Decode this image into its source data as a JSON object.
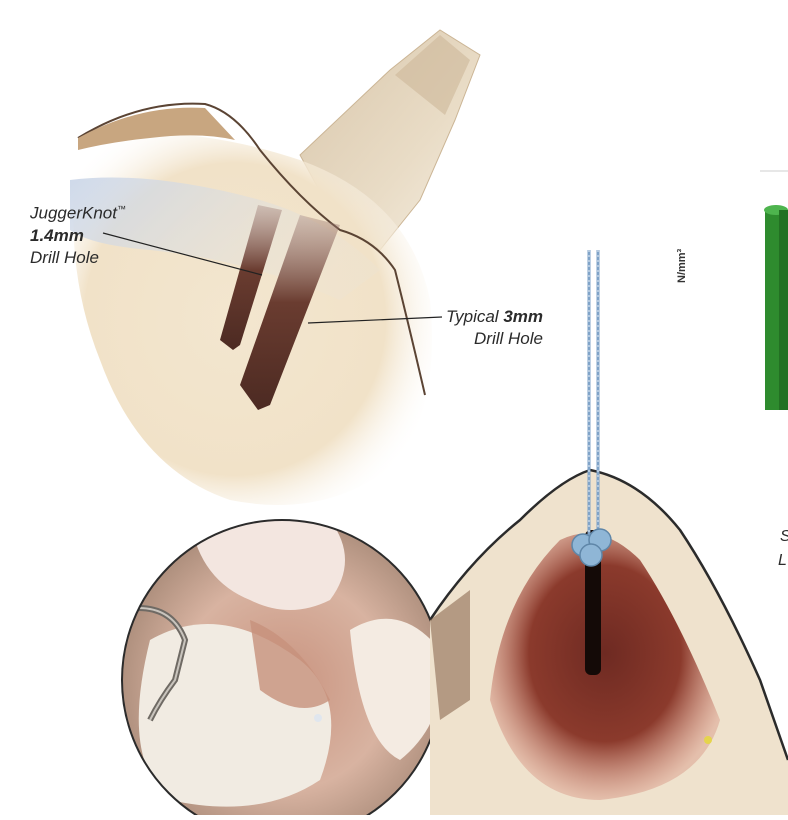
{
  "labels": {
    "jugger_name": "JuggerKnot",
    "jugger_tm": "™",
    "jugger_size": "1.4mm",
    "jugger_desc": "Drill Hole",
    "typical_prefix": "Typical ",
    "typical_size": "3mm",
    "typical_desc": "Drill Hole"
  },
  "side_chart": {
    "unit_label": "N/mm³",
    "bar_color": "#2e8b2e",
    "partial_letters": [
      "S",
      "L"
    ]
  },
  "colors": {
    "bone": "#efe4cf",
    "cortex": "#b99a78",
    "drill_hole": "#5a3228",
    "suture": "#7fa3c8",
    "anchor": "#8fb6d6",
    "cancellous": "#8b3a2c"
  }
}
